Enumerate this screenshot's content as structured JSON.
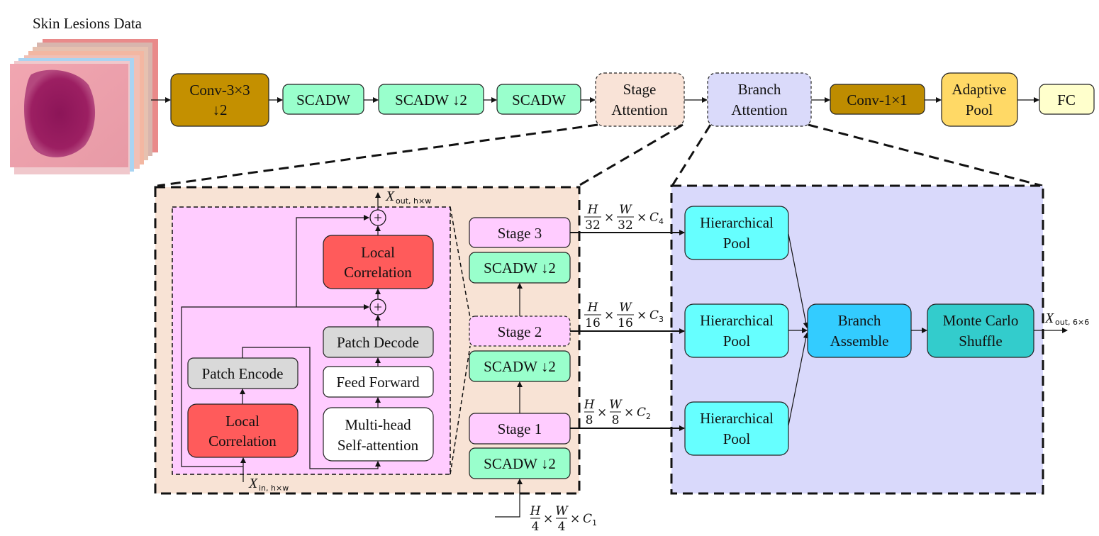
{
  "title": "Skin Lesions Data",
  "colors": {
    "conv3": "#C49000",
    "scadw": "#99FFCC",
    "stage_attention": "#F9E3D7",
    "branch_attention": "#DADAFA",
    "conv1": "#BE8C00",
    "adaptive_pool": "#FFD966",
    "fc": "#FFFFCC",
    "stage_panel": "#F8E3D5",
    "stage_inner": "#FFCCFF",
    "local_corr": "#FF5B5B",
    "patch": "#D9D9D9",
    "white_block": "#FFFFFF",
    "stage_block": "#FFCCFF",
    "branch_panel": "#D9D9FB",
    "hier_pool": "#66FFFF",
    "branch_assemble": "#33CCFF",
    "monte_carlo": "#33CCCC"
  },
  "pipeline": {
    "conv3": [
      "Conv-3×3",
      "↓2"
    ],
    "scadw1": "SCADW",
    "scadw2": "SCADW ↓2",
    "scadw3": "SCADW",
    "stage_attention": [
      "Stage",
      "Attention"
    ],
    "branch_attention": [
      "Branch",
      "Attention"
    ],
    "conv1": "Conv-1×1",
    "adaptive_pool": [
      "Adaptive",
      "Pool"
    ],
    "fc": "FC"
  },
  "stage_detail": {
    "out_label": {
      "main": "X",
      "sub": "out, h×w"
    },
    "in_label": {
      "main": "X",
      "sub": "in, h×w"
    },
    "local_corr_top": [
      "Local",
      "Correlation"
    ],
    "patch_decode": "Patch Decode",
    "feed_forward": "Feed Forward",
    "mhsa": [
      "Multi-head",
      "Self-attention"
    ],
    "patch_encode": "Patch Encode",
    "local_corr_bottom": [
      "Local",
      "Correlation"
    ],
    "plus": "+"
  },
  "stages": {
    "stage3": "Stage 3",
    "scadw_s3": "SCADW ↓2",
    "stage2": "Stage 2",
    "scadw_s2": "SCADW ↓2",
    "stage1": "Stage 1",
    "scadw_s1": "SCADW ↓2"
  },
  "dims": {
    "d4": {
      "num1": "H",
      "den1": "32",
      "num2": "W",
      "den2": "32",
      "c": "C",
      "csub": "4"
    },
    "d3": {
      "num1": "H",
      "den1": "16",
      "num2": "W",
      "den2": "16",
      "c": "C",
      "csub": "3"
    },
    "d2": {
      "num1": "H",
      "den1": "8",
      "num2": "W",
      "den2": "8",
      "c": "C",
      "csub": "2"
    },
    "d1": {
      "num1": "H",
      "den1": "4",
      "num2": "W",
      "den2": "4",
      "c": "C",
      "csub": "1"
    },
    "times": "×"
  },
  "branch_detail": {
    "hier_pool": [
      "Hierarchical",
      "Pool"
    ],
    "branch_assemble": [
      "Branch",
      "Assemble"
    ],
    "monte_carlo": [
      "Monte Carlo",
      "Shuffle"
    ],
    "out_label": {
      "main": "X",
      "sub": "out, 6×6"
    }
  }
}
